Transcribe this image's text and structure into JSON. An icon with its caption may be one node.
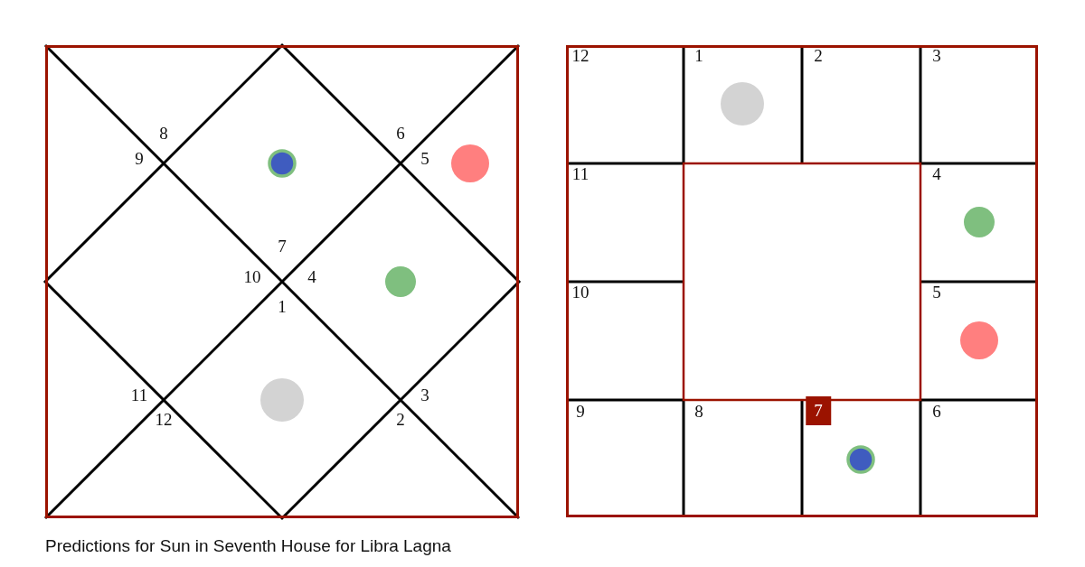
{
  "diagram": {
    "caption": "Predictions for Sun in Seventh House for Libra Lagna",
    "labels": [
      "8",
      "9",
      "6",
      "5",
      "7",
      "10",
      "4",
      "1",
      "11",
      "3",
      "12",
      "2",
      "12",
      "1",
      "2",
      "3",
      "11",
      "4",
      "10",
      "5",
      "9",
      "8",
      "7",
      "6"
    ]
  }
}
